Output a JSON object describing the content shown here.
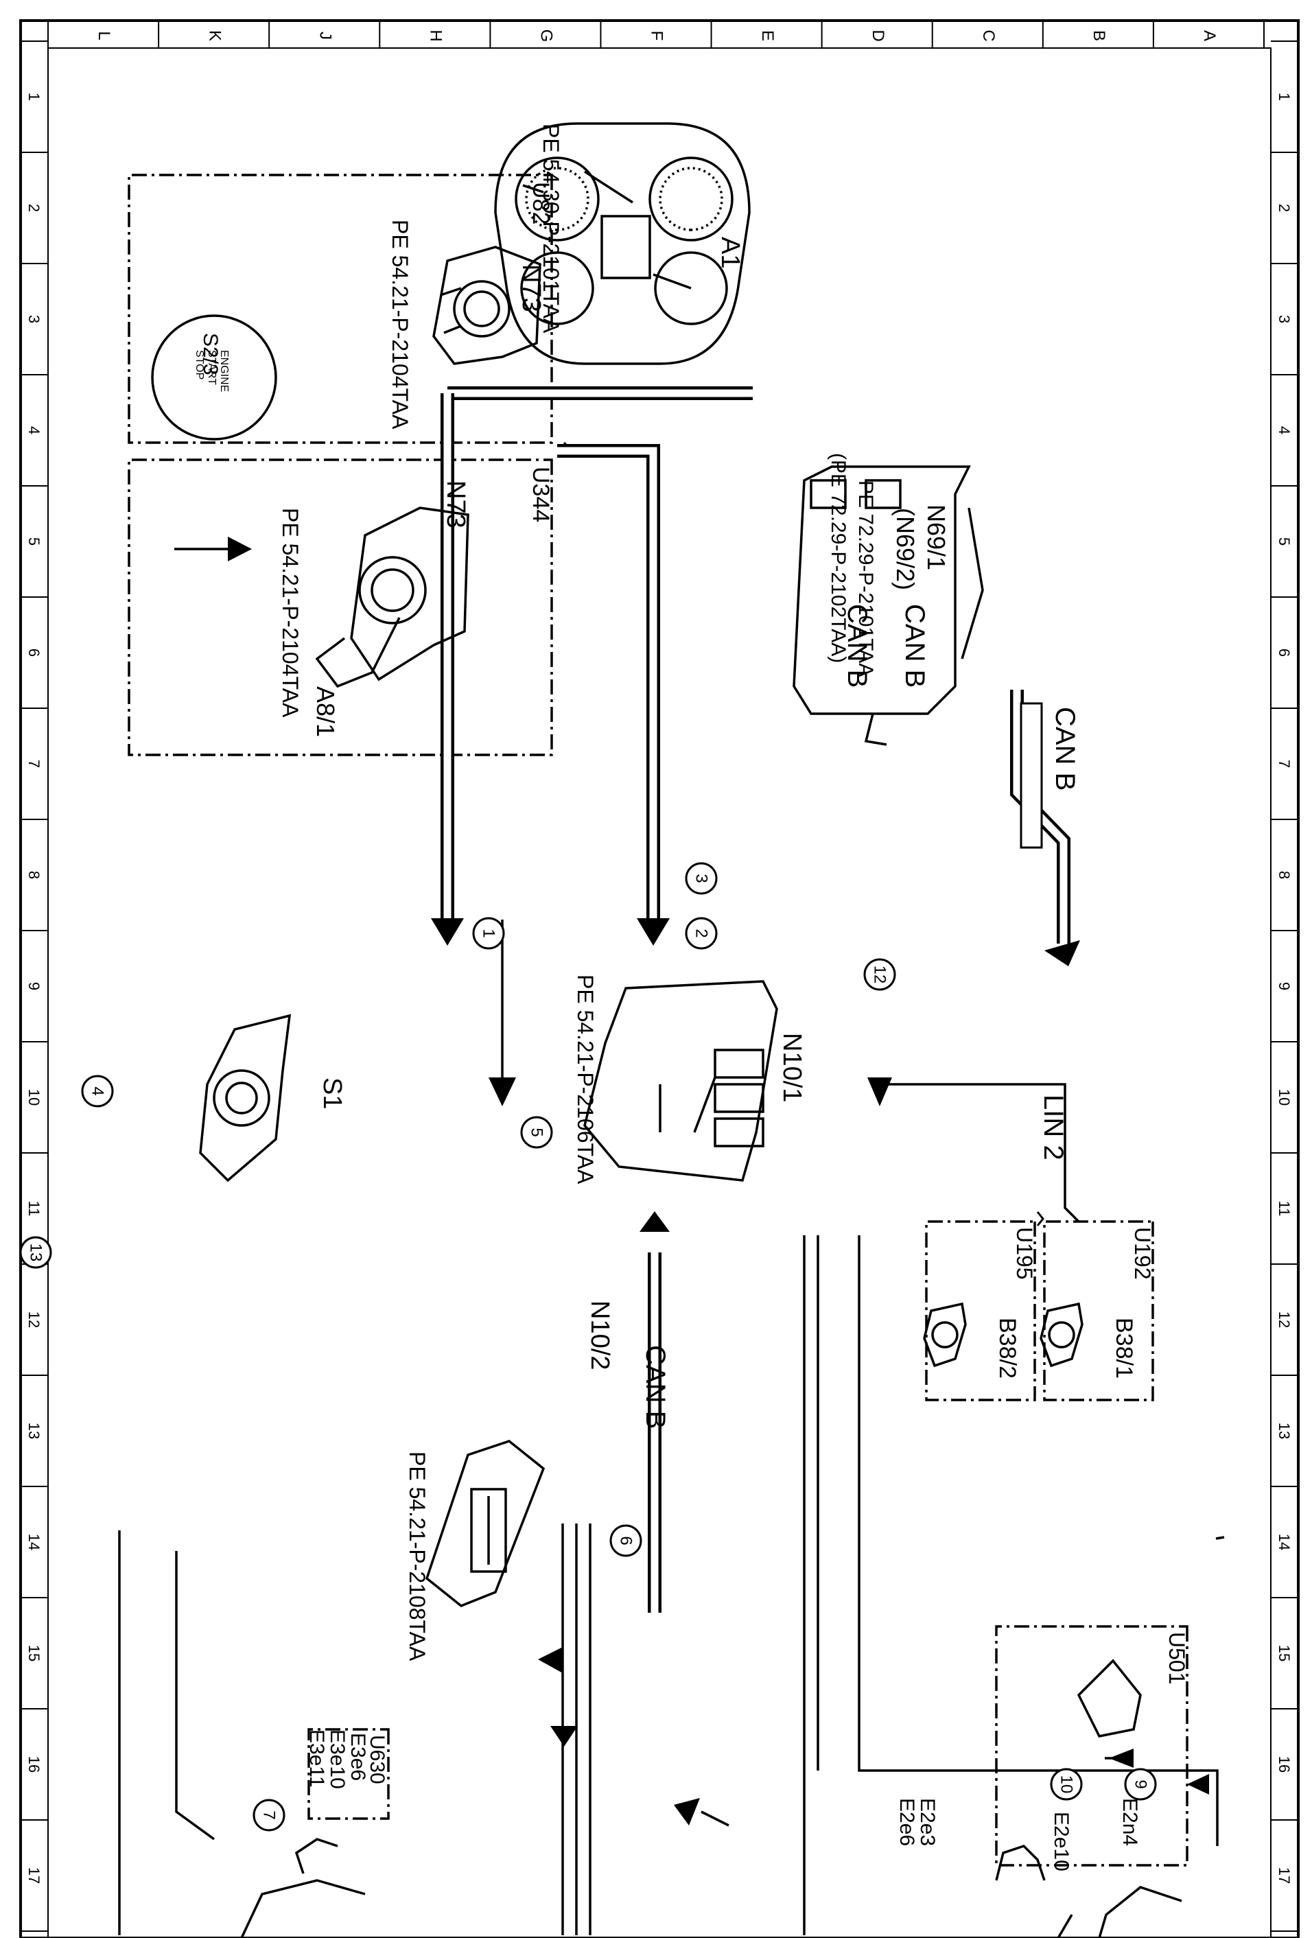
{
  "grid": {
    "columns": [
      "L",
      "K",
      "J",
      "H",
      "G",
      "F",
      "E",
      "D",
      "C",
      "B",
      "A"
    ],
    "rows": [
      "1",
      "2",
      "3",
      "4",
      "5",
      "6",
      "7",
      "8",
      "9",
      "10",
      "11",
      "12",
      "13",
      "14",
      "15",
      "16",
      "17"
    ]
  },
  "groups": {
    "u82": "U82",
    "u344": "U344",
    "u192": "U192",
    "u195": "U195",
    "u630": "U630",
    "u501": "U501"
  },
  "components": {
    "a1": {
      "label": "A1",
      "ref": "PE 54.30-P-2101TAA"
    },
    "n73_top": {
      "label": "N73",
      "ref": "PE 54.21-P-2104TAA"
    },
    "s2_3": {
      "label": "S2/3",
      "button_lines": [
        "ENGINE",
        "START",
        "STOP"
      ]
    },
    "n73_bottom": {
      "label": "N73",
      "ref": "PE 54.21-P-2104TAA"
    },
    "a8_1": {
      "label": "A8/1"
    },
    "n69_1": {
      "label": "N69/1",
      "label2": "(N69/2)",
      "ref": "PE 72.29-P-2101TAA",
      "ref2": "(PE 72.29-P-2102TAA)"
    },
    "n10_1": {
      "label": "N10/1",
      "ref": "PE 54.21-P-2106TAA"
    },
    "s1": {
      "label": "S1"
    },
    "b38_1": {
      "label": "B38/1"
    },
    "b38_2": {
      "label": "B38/2"
    },
    "n10_2": {
      "label": "N10/2",
      "ref": "PE 54.21-P-2108TAA"
    },
    "e3": {
      "labels": [
        "E3e6",
        "E3e10",
        "E3e11"
      ]
    },
    "e2_left": {
      "labels": [
        "E2e3",
        "E2e6"
      ]
    },
    "e2_right": {
      "labels": [
        "E2n4",
        "E2e10"
      ]
    }
  },
  "buses": {
    "can_b": "CAN B",
    "lin_2": "LIN 2"
  },
  "markers": [
    "1",
    "2",
    "3",
    "4",
    "5",
    "6",
    "7",
    "9",
    "10",
    "12",
    "13"
  ]
}
